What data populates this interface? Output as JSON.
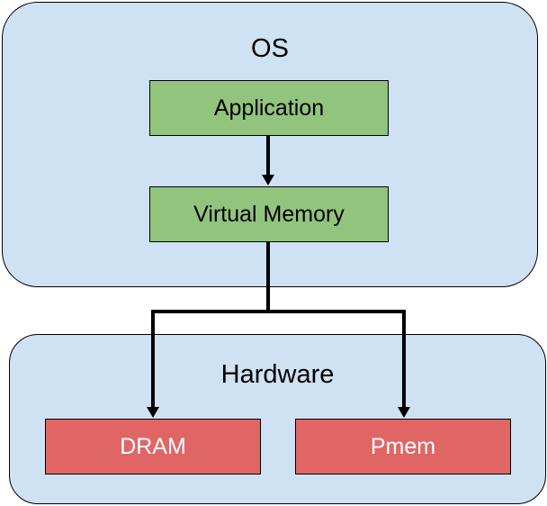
{
  "os": {
    "title": "OS",
    "application_label": "Application",
    "virtual_memory_label": "Virtual Memory"
  },
  "hardware": {
    "title": "Hardware",
    "dram_label": "DRAM",
    "pmem_label": "Pmem"
  },
  "colors": {
    "container_fill": "#cfe2f3",
    "software_box_fill": "#93c47d",
    "hardware_box_fill": "#e06666",
    "stroke": "#000000"
  }
}
